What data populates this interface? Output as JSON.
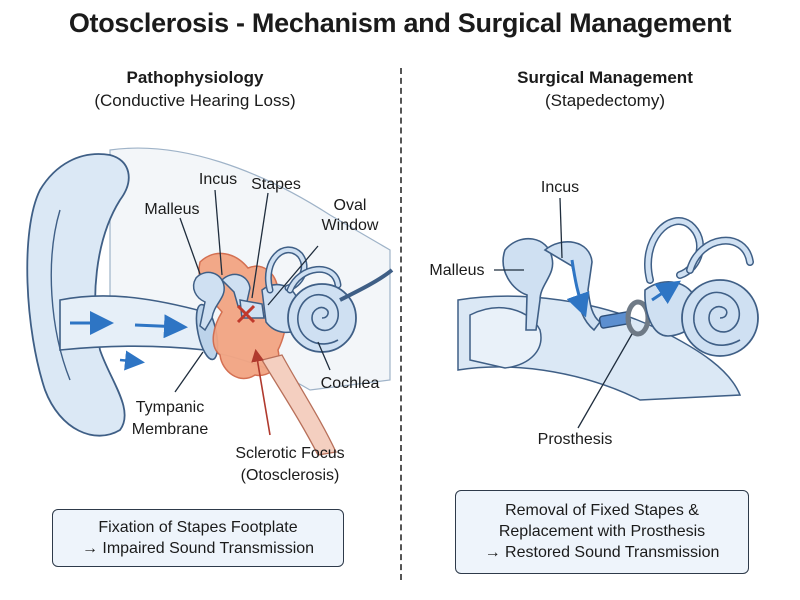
{
  "title": "Otosclerosis - Mechanism and Surgical Management",
  "left_panel": {
    "heading": "Pathophysiology",
    "subheading": "(Conductive Hearing Loss)",
    "labels": {
      "incus": "Incus",
      "stapes": "Stapes",
      "malleus": "Malleus",
      "oval_window_1": "Oval",
      "oval_window_2": "Window",
      "cochlea": "Cochlea",
      "tympanic_1": "Tympanic",
      "tympanic_2": "Membrane",
      "sclerotic_1": "Sclerotic Focus",
      "sclerotic_2": "(Otosclerosis)"
    },
    "caption": [
      "Fixation of Stapes Footplate",
      "→ Impaired Sound Transmission"
    ]
  },
  "right_panel": {
    "heading": "Surgical Management",
    "subheading": "(Stapedectomy)",
    "labels": {
      "incus": "Incus",
      "malleus": "Malleus",
      "prosthesis": "Prosthesis"
    },
    "caption": [
      "Removal of Fixed Stapes &",
      "Replacement with Prosthesis",
      "→ Restored Sound Transmission"
    ]
  },
  "colors": {
    "bone": "#cfe0f2",
    "outline": "#3f5f86",
    "lesion": "#f2a482",
    "arrow": "#2e75c4",
    "cross": "#c0392b"
  }
}
